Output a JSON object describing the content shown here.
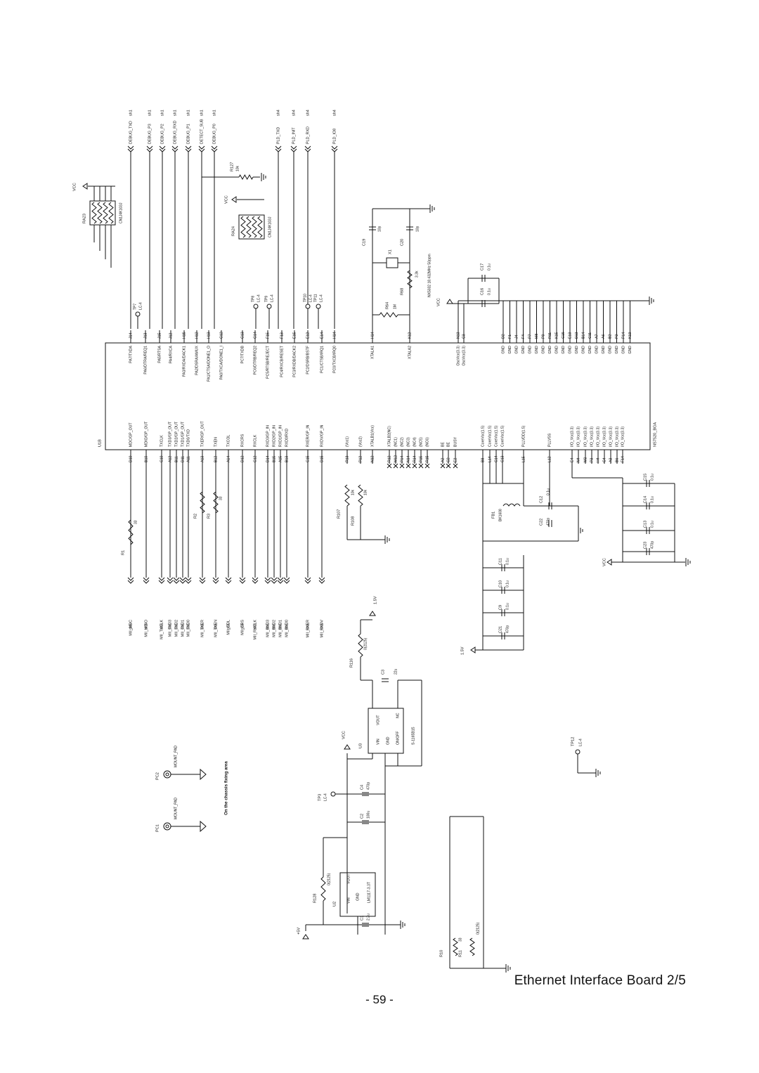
{
  "page": {
    "title": "Ethernet Interface Board   2/5",
    "number": "- 59 -"
  },
  "ic": {
    "ref": "U1B",
    "part": "NS7520_BGA",
    "left_pins": [
      {
        "num": "D10",
        "name": "MDC/GP_OUT"
      },
      {
        "num": "B10",
        "name": "MDIO/GP_OUT"
      },
      {
        "num": "C10",
        "name": "TXCLK"
      },
      {
        "num": "A12",
        "name": "TXD3/GP_OUT"
      },
      {
        "num": "B11",
        "name": "TXD2/GP_OUT"
      },
      {
        "num": "D11",
        "name": "TXD1/GP_OUT"
      },
      {
        "num": "A11",
        "name": "TXD0/TXD"
      },
      {
        "num": "A13",
        "name": "TXER/GP_OUT"
      },
      {
        "num": "B12",
        "name": "TXEN"
      },
      {
        "num": "A14",
        "name": "TXCOL"
      },
      {
        "num": "D12",
        "name": "RXCRS"
      },
      {
        "num": "C12",
        "name": "RXCLK"
      },
      {
        "num": "D14",
        "name": "RXD3/GP_IN"
      },
      {
        "num": "B15",
        "name": "RXD2/GP_IN"
      },
      {
        "num": "A15",
        "name": "RXD1/GP_IN"
      },
      {
        "num": "B13",
        "name": "RXD0/RXD"
      },
      {
        "num": "C15",
        "name": "RXER/GP_IN"
      },
      {
        "num": "D15",
        "name": "RXDV/GP_IN"
      },
      {
        "num": "R13",
        "name": "(Vcc1)"
      },
      {
        "num": "P12",
        "name": "(Vcc2)"
      },
      {
        "num": "N12",
        "name": "XTALB1(Vcc)"
      },
      {
        "num": "R12",
        "name": "XTALB2(NC)"
      },
      {
        "num": "M12",
        "name": "(NC1)"
      },
      {
        "num": "P14",
        "name": "(NC2)"
      },
      {
        "num": "N14",
        "name": "(NC3)"
      },
      {
        "num": "R14",
        "name": "(NC4)"
      },
      {
        "num": "P15",
        "name": "(NC5)"
      },
      {
        "num": "R15",
        "name": "(NC6)"
      },
      {
        "num": "A2",
        "name": "BE"
      },
      {
        "num": "C2",
        "name": "BE"
      },
      {
        "num": "E2",
        "name": "BUSY"
      },
      {
        "num": "B8",
        "name": "CoreVcc(1.5)"
      },
      {
        "num": "L14",
        "name": "CoreVcc(1.5)"
      },
      {
        "num": "C14",
        "name": "CoreVcc(1.5)"
      },
      {
        "num": "C13",
        "name": "CoreVcc(1.5)"
      },
      {
        "num": "L15",
        "name": "PLLVDD(1.5)"
      },
      {
        "num": "L12",
        "name": "PLLVSS"
      },
      {
        "num": "E4",
        "name": "I/O_Vcc(3.3)"
      },
      {
        "num": "N4",
        "name": "I/O_Vcc(3.3)"
      },
      {
        "num": "M3",
        "name": "I/O_Vcc(3.3)"
      },
      {
        "num": "P3",
        "name": "I/O_Vcc(3.3)"
      },
      {
        "num": "H4",
        "name": "I/O_Vcc(3.3)"
      },
      {
        "num": "C4",
        "name": "I/O_Vcc(3.3)"
      },
      {
        "num": "A3",
        "name": "I/O_Vcc(3.3)"
      },
      {
        "num": "B6",
        "name": "I/O_Vcc(3.3)"
      },
      {
        "num": "F14",
        "name": "I/O_Vcc(3.3)"
      }
    ],
    "right_pins": [
      {
        "num": "J14",
        "name": "PA7/TXDA"
      },
      {
        "num": "J13",
        "name": "PA6/DTRA/REQ1"
      },
      {
        "num": "J15",
        "name": "PA5/RTSA"
      },
      {
        "num": "J12",
        "name": "PA4/RXCA"
      },
      {
        "num": "H15",
        "name": "PA3/RXDA/DACK1"
      },
      {
        "num": "H12",
        "name": "PA2/DSRA/AMUX"
      },
      {
        "num": "H13",
        "name": "PA1/CTSA/DONE1_O"
      },
      {
        "num": "G12",
        "name": "PA0/TXCA/DONE1_I"
      },
      {
        "num": "G13",
        "name": "PC7/TXDB"
      },
      {
        "num": "G14",
        "name": "PC6/DTRB/REQ2"
      },
      {
        "num": "F15",
        "name": "PC5/RTSB/REJECT"
      },
      {
        "num": "F13",
        "name": "PC4/RXCB/RESET"
      },
      {
        "num": "E15",
        "name": "PC3/RXDB/DACK2"
      },
      {
        "num": "E12",
        "name": "PC2/DSRB/BSTF"
      },
      {
        "num": "E14",
        "name": "PC1/CTSB/IRQ1"
      },
      {
        "num": "H14",
        "name": "PC0/TXCB/IRQ0"
      },
      {
        "num": "H14",
        "name": "XTALA1"
      },
      {
        "num": "K12",
        "name": "XTALA2"
      },
      {
        "num": "N13",
        "name": "OscVcc(3.3)"
      },
      {
        "num": "C3",
        "name": "OscVcc(3.3)"
      }
    ],
    "gnd_pins": [
      "D2",
      "F1",
      "J4",
      "F4",
      "P7",
      "M8",
      "P9",
      "R11",
      "K15",
      "G15",
      "E13",
      "D13",
      "B14",
      "C11",
      "A7",
      "A6",
      "B2",
      "P2",
      "P14",
      "K13"
    ],
    "gnd_label": "GND"
  },
  "left_nets": [
    {
      "sheet": "sh5",
      "name": "MII_MDC"
    },
    {
      "sheet": "sh5",
      "name": "MII_MDIO"
    },
    {
      "sheet": "sh5",
      "name": "MII_TXCLK"
    },
    {
      "sheet": "sh5",
      "name": "MII_TXD3"
    },
    {
      "sheet": "sh5",
      "name": "MII_TXD2"
    },
    {
      "sheet": "sh5",
      "name": "MII_TXD1"
    },
    {
      "sheet": "sh5",
      "name": "MII_TXD0"
    },
    {
      "sheet": "sh5",
      "name": "MII_TXER"
    },
    {
      "sheet": "sh5",
      "name": "MII_TXEN"
    },
    {
      "sheet": "sh5",
      "name": "MII_COL"
    },
    {
      "sheet": "sh5",
      "name": "MII_CRS"
    },
    {
      "sheet": "sh5",
      "name": "MII_RXCLK"
    },
    {
      "sheet": "sh5",
      "name": "MII_RXD3"
    },
    {
      "sheet": "sh5",
      "name": "MII_RXD2"
    },
    {
      "sheet": "sh5",
      "name": "MII_RXD1"
    },
    {
      "sheet": "sh5",
      "name": "MII_RXD0"
    },
    {
      "sheet": "sh5",
      "name": "MII_RXER"
    },
    {
      "sheet": "sh5",
      "name": "MII_RXDV"
    }
  ],
  "top_nets": [
    {
      "name": "DEBUG_TXD",
      "sheet": "sh1"
    },
    {
      "name": "DEBUG_P3",
      "sheet": "sh1"
    },
    {
      "name": "DEBUG_P2",
      "sheet": "sh1"
    },
    {
      "name": "DEBUG_RXD",
      "sheet": "sh1"
    },
    {
      "name": "DEBUG_P1",
      "sheet": "sh1"
    },
    {
      "name": "DETECT_SUB",
      "sheet": "sh1"
    },
    {
      "name": "DEBUG_P0",
      "sheet": "sh1"
    },
    {
      "name": "PLD_TXD",
      "sheet": "sh4"
    },
    {
      "name": "PLD_INIT",
      "sheet": "sh4"
    },
    {
      "name": "PLD_RXD",
      "sheet": "sh4"
    },
    {
      "name": "PLD_IO8",
      "sheet": "sh4"
    }
  ],
  "resistor_arrays": [
    {
      "ref": "RA23",
      "part": "CN1J4K103J",
      "pins": [
        "1",
        "2",
        "3",
        "4",
        "5",
        "6",
        "7",
        "8"
      ]
    },
    {
      "ref": "RA24",
      "part": "CN1J4K103J",
      "pins": [
        "1",
        "2",
        "3",
        "4",
        "5",
        "6",
        "7",
        "8"
      ]
    }
  ],
  "components": {
    "r127": {
      "ref": "R127",
      "value": "10k"
    },
    "r1": {
      "ref": "R1",
      "value": "33"
    },
    "r2": {
      "ref": "R2",
      "value": "33"
    },
    "r3": {
      "ref": "R3",
      "value": "33"
    },
    "r107": {
      "ref": "R107",
      "value": "10k"
    },
    "r108": {
      "ref": "R108",
      "value": "10k"
    },
    "r116": {
      "ref": "R116",
      "value": "0(2125)"
    },
    "r128": {
      "ref": "R128",
      "value": "0(2125)"
    },
    "r10": {
      "ref": "R10",
      "value": "33"
    },
    "r11": {
      "ref": "R11",
      "value": "0(2125)"
    },
    "r64": {
      "ref": "R64",
      "value": "1M"
    },
    "r68": {
      "ref": "R68",
      "value": "3.3k"
    },
    "x1": {
      "ref": "X1",
      "value": "NX5032 18.432MHz 50ppm"
    },
    "c19": {
      "ref": "C19",
      "value": "10p"
    },
    "c20": {
      "ref": "C20",
      "value": "10p"
    },
    "c16": {
      "ref": "C16",
      "value": "0.1u"
    },
    "c17": {
      "ref": "C17",
      "value": "0.1u"
    },
    "c12": {
      "ref": "C12",
      "value": "0.1u"
    },
    "c22": {
      "ref": "C22",
      "value": "470p"
    },
    "fb1": {
      "ref": "FB1",
      "value": "BK1608"
    },
    "c11": {
      "ref": "C11",
      "value": "0.1u"
    },
    "c10": {
      "ref": "C10",
      "value": "0.1u"
    },
    "c9": {
      "ref": "C9",
      "value": "0.1u"
    },
    "c21": {
      "ref": "C21",
      "value": "470p"
    },
    "c15": {
      "ref": "C15",
      "value": "0.1u"
    },
    "c14": {
      "ref": "C14",
      "value": "0.1u"
    },
    "c13": {
      "ref": "C13",
      "value": "0.1u"
    },
    "c23": {
      "ref": "C23",
      "value": "470p"
    },
    "c3": {
      "ref": "C3",
      "value": "22u"
    },
    "c4": {
      "ref": "C4",
      "value": "470p"
    },
    "c2": {
      "ref": "C2",
      "value": "100u"
    },
    "c1": {
      "ref": "C1",
      "value": "2.2u"
    },
    "u3": {
      "ref": "U3",
      "part": "S-1165B15",
      "pin_vin": "VIN",
      "pin_gnd": "GND",
      "pin_onoff": "ON/OFF",
      "pin_vout": "VOUT",
      "pin_nc": "NC"
    },
    "u2": {
      "ref": "U2",
      "part": "LM1117-3.3T",
      "pin_vin": "VIN",
      "pin_gnd": "GND",
      "pin_vout": "VOUT"
    },
    "tp7": {
      "ref": "TP7",
      "part": "LC-4"
    },
    "tp8": {
      "ref": "TP8",
      "part": "LC-4"
    },
    "tp9": {
      "ref": "TP9",
      "part": "LC-4"
    },
    "tp10": {
      "ref": "TP10",
      "part": "LC-4"
    },
    "tp11": {
      "ref": "TP11",
      "part": "LC-4"
    },
    "tp3": {
      "ref": "TP3",
      "part": "LC-4"
    },
    "tp12": {
      "ref": "TP12",
      "part": "LC-4"
    },
    "pc1": {
      "ref": "PC1",
      "part": "MOUNT_PAD"
    },
    "pc2": {
      "ref": "PC2",
      "part": "MOUNT_PAD"
    }
  },
  "power_labels": {
    "vcc": "VCC",
    "v15": "1.5V",
    "v5": "+5V"
  },
  "chassis_note": "On the chassis fixing area"
}
